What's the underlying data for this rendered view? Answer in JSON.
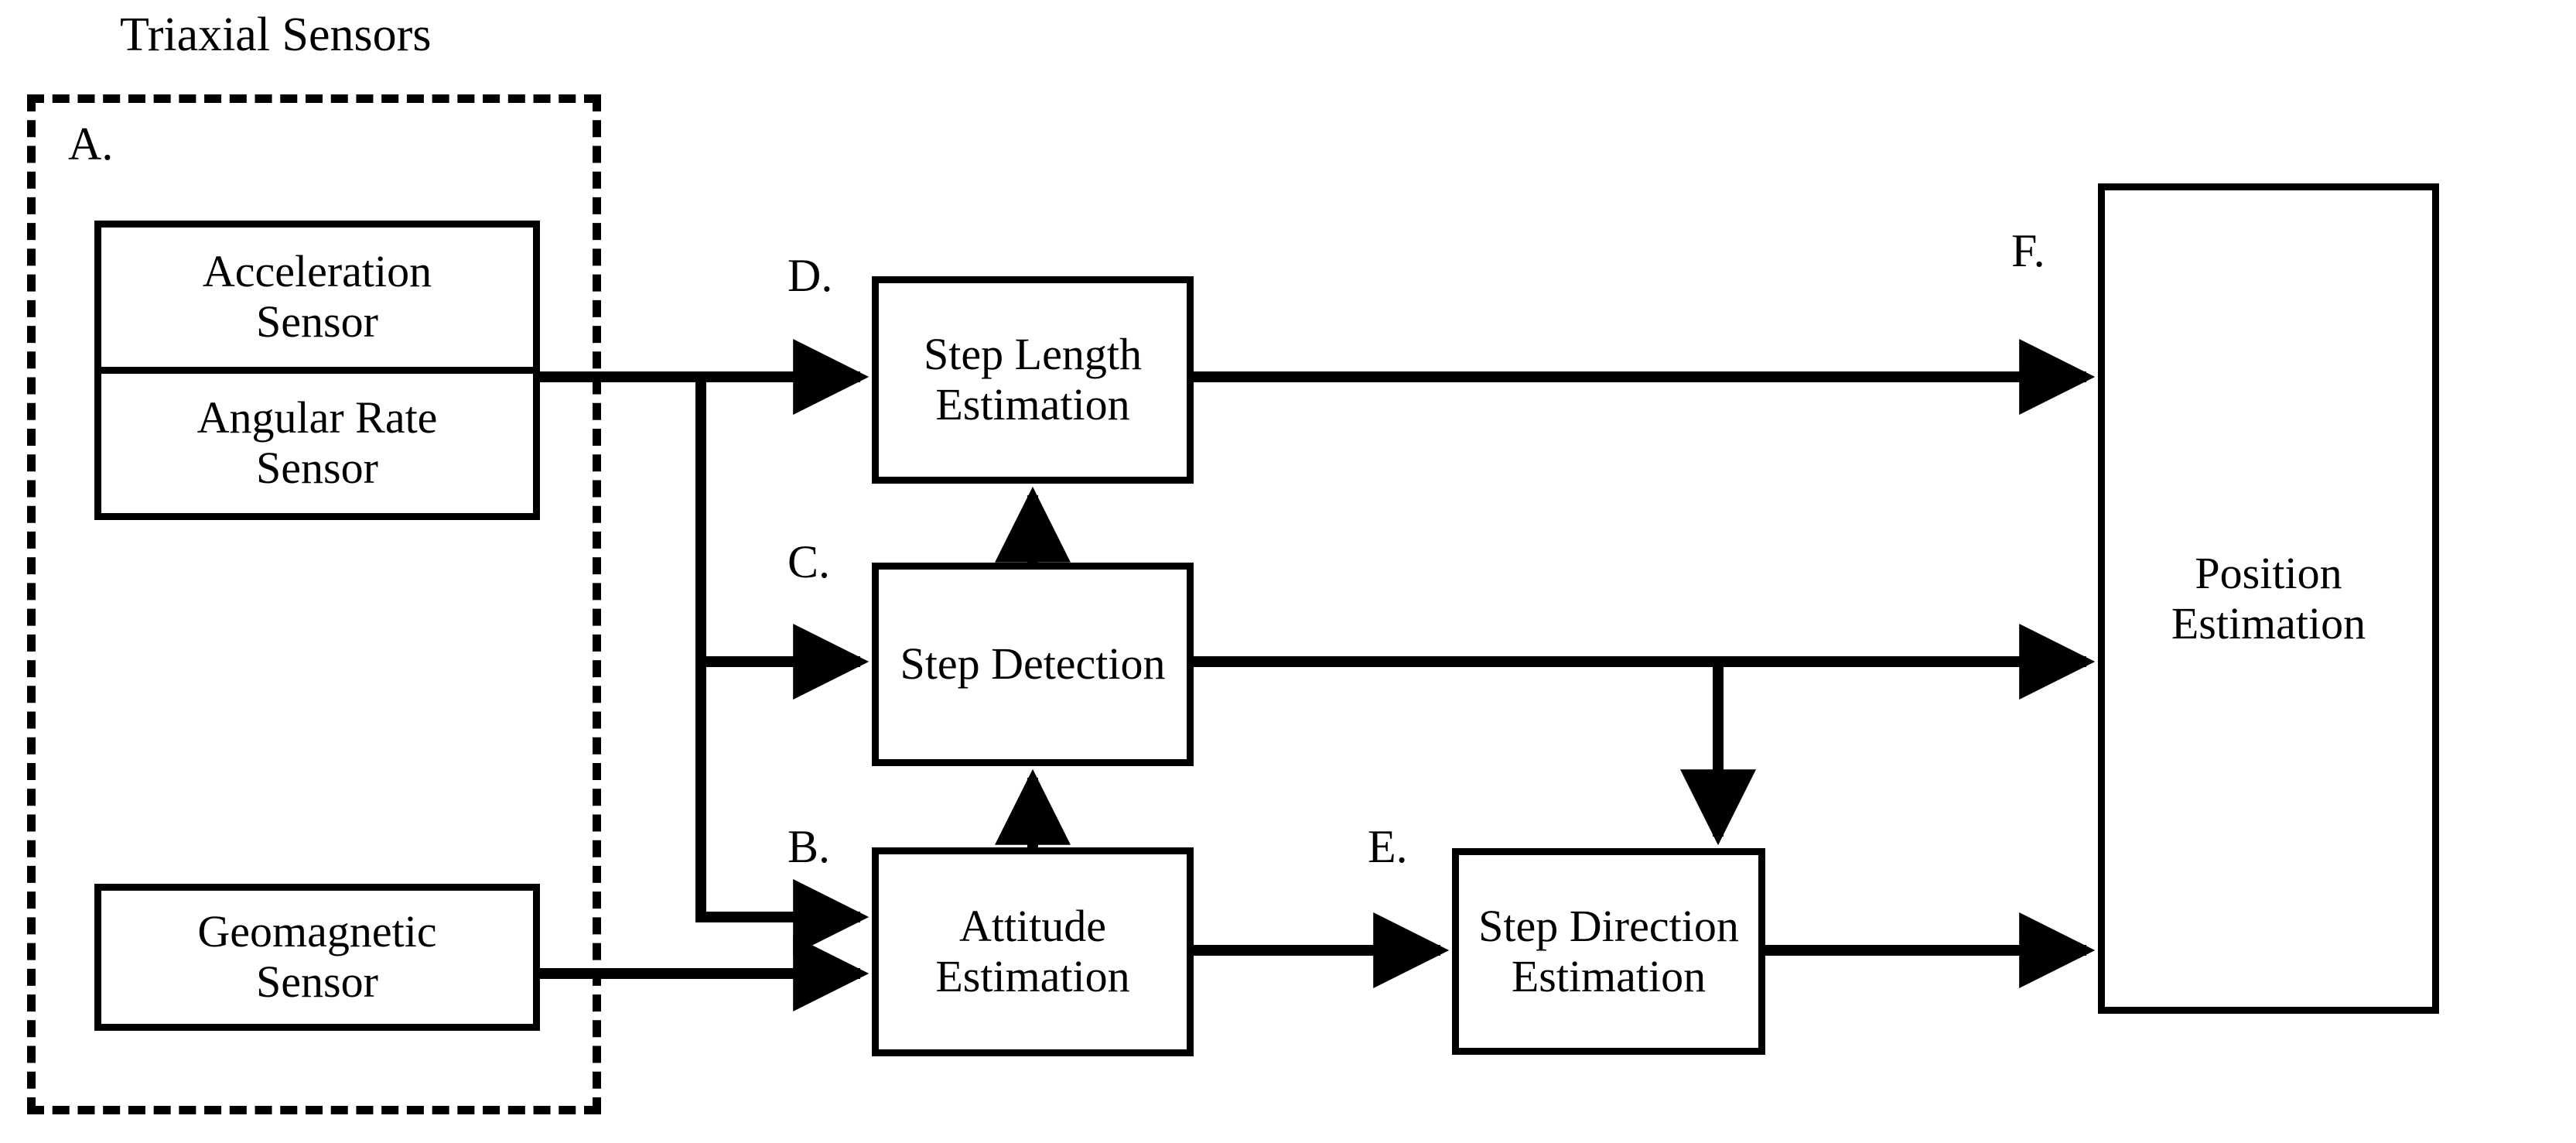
{
  "diagram": {
    "title_caption": "Triaxial Sensors",
    "group": {
      "tag": "A.",
      "label": "Triaxial Sensors"
    },
    "nodes": {
      "acceleration_sensor": "Acceleration\nSensor",
      "acceleration_sensor_line1": "Acceleration",
      "acceleration_sensor_line2": "Sensor",
      "angular_rate_sensor_line1": "Angular Rate",
      "angular_rate_sensor_line2": "Sensor",
      "geomagnetic_sensor_line1": "Geomagnetic",
      "geomagnetic_sensor_line2": "Sensor",
      "step_length_line1": "Step Length",
      "step_length_line2": "Estimation",
      "step_detection": "Step Detection",
      "attitude_line1": "Attitude",
      "attitude_line2": "Estimation",
      "step_direction_line1": "Step Direction",
      "step_direction_line2": "Estimation",
      "position_line1": "Position",
      "position_line2": "Estimation"
    },
    "tags": {
      "a": "A.",
      "b": "B.",
      "c": "C.",
      "d": "D.",
      "e": "E.",
      "f": "F."
    },
    "colors": {
      "stroke": "#000000",
      "background": "#ffffff"
    }
  }
}
